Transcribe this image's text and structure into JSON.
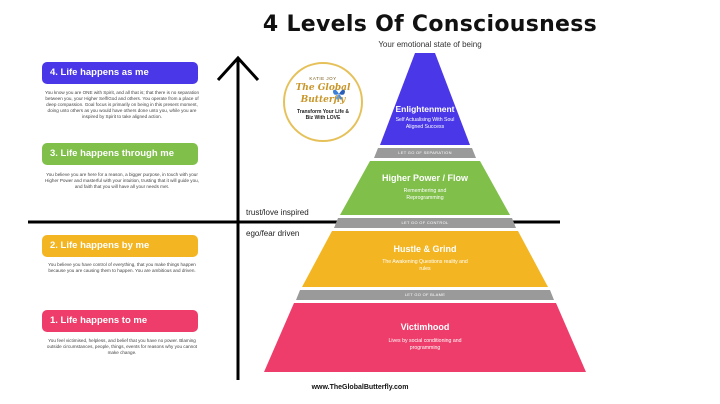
{
  "header": {
    "title": "4 Levels Of Consciousness",
    "subtitle": "Your emotional state of being"
  },
  "levels": [
    {
      "label": "4. Life happens as me",
      "color": "#4a37e8",
      "description": "You know you are ONE with Spirit, and all that is; that there is no separation between you, your Higher Self/God and others. You operate from a place of deep compassion. Goal focus is primarily on being in this present moment, doing unto others as you would have others done unto you, while you are inspired by Spirit to take aligned action."
    },
    {
      "label": "3. Life happens through me",
      "color": "#7fbf4a",
      "description": "You believe you are here for a reason, a bigger purpose, in touch with your Higher Power and masterful with your intuition, trusting that it will guide you, and faith that you will have all your needs met."
    },
    {
      "label": "2. Life happens by me",
      "color": "#f3b522",
      "description": "You believe you have control of everything, that you make things happen because you are causing them to happen. You are ambitious and driven."
    },
    {
      "label": "1. Life happens to me",
      "color": "#ee3d6a",
      "description": "You feel victimised, helpless, and belief that you have no power. Blaming outside circumstances, people, things, events for reasons why you cannot make change."
    }
  ],
  "axis": {
    "upper_label": "trust/love inspired",
    "lower_label": "ego/fear driven"
  },
  "logo": {
    "author": "KATIE JOY",
    "brand_line1": "The Global",
    "brand_line2": "Butterfly",
    "tagline": "Transform Your Life & Biz With LOVE",
    "icon": "butterfly-icon"
  },
  "pyramid": {
    "tiers": [
      {
        "title": "Enlightenment",
        "subtitle": "Self Actualising With Soul Aligned Success",
        "color": "#4a37e8"
      },
      {
        "title": "Higher Power / Flow",
        "subtitle": "Remembering and Reprogramming",
        "color": "#7fbf4a"
      },
      {
        "title": "Hustle & Grind",
        "subtitle": "The Awakening Questions reality and rules",
        "color": "#f3b522"
      },
      {
        "title": "Victimhood",
        "subtitle": "Lives by social conditioning and programming",
        "color": "#ee3d6a"
      }
    ],
    "transitions": [
      "LET GO OF SEPARATION",
      "LET GO OF CONTROL",
      "LET GO OF BLAME"
    ],
    "transition_color": "#9a9a9a"
  },
  "footer": {
    "website": "www.TheGlobalButterfly.com"
  }
}
